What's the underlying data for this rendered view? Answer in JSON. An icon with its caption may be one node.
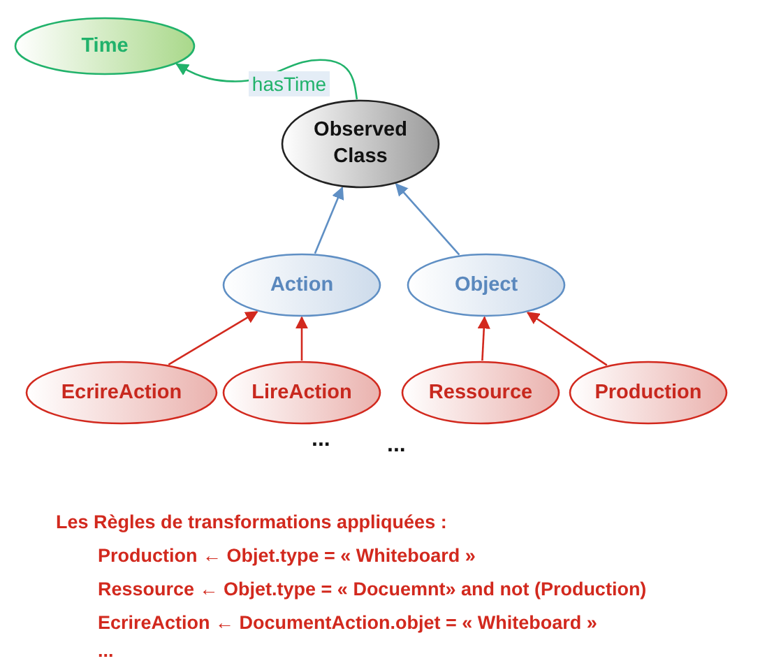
{
  "diagram": {
    "nodes": [
      {
        "text": [
          "Time"
        ]
      },
      {
        "text": [
          "Observed Class"
        ]
      },
      {
        "text": [
          "Action"
        ]
      },
      {
        "text": [
          "Object"
        ]
      },
      {
        "text": [
          "EcrireAction"
        ]
      },
      {
        "text": [
          "LireAction"
        ]
      },
      {
        "text": [
          "Ressource"
        ]
      },
      {
        "text": [
          "Production"
        ]
      }
    ],
    "edges": [
      {
        "from": 1,
        "to": 0,
        "arrow": "to",
        "label": "hasTime",
        "color": "#21b26b"
      },
      {
        "from": 2,
        "to": 1,
        "arrow": "to",
        "color": "#5f8fc4"
      },
      {
        "from": 3,
        "to": 1,
        "arrow": "to",
        "color": "#5f8fc4"
      },
      {
        "from": 4,
        "to": 2,
        "arrow": "to"
      },
      {
        "from": 5,
        "to": 2,
        "arrow": "to"
      },
      {
        "from": 6,
        "to": 3,
        "arrow": "to"
      },
      {
        "from": 7,
        "to": 3,
        "arrow": "to"
      }
    ],
    "labels": [
      "...",
      "...",
      "Les Règles de transformations appliquées :",
      "Production ← Objet.type = « Whiteboard »",
      "Ressource ← Objet.type = « Docuemnt» and not (Production)",
      "EcrireAction ← DocumentAction.objet = « Whiteboard »",
      "..."
    ]
  }
}
